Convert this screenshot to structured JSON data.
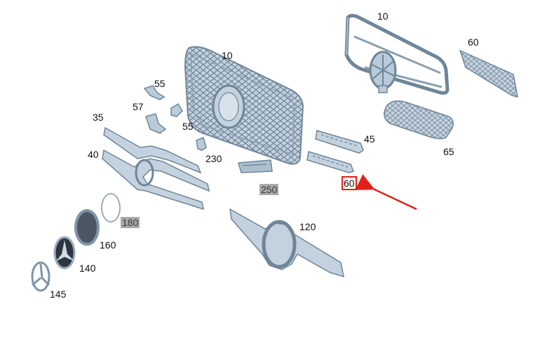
{
  "diagram": {
    "callouts": [
      {
        "id": "c10a",
        "text": "10"
      },
      {
        "id": "c10b",
        "text": "10"
      },
      {
        "id": "c60a",
        "text": "60"
      },
      {
        "id": "c55a",
        "text": "55"
      },
      {
        "id": "c57",
        "text": "57"
      },
      {
        "id": "c55b",
        "text": "55"
      },
      {
        "id": "c35",
        "text": "35"
      },
      {
        "id": "c40",
        "text": "40"
      },
      {
        "id": "c230",
        "text": "230"
      },
      {
        "id": "c250",
        "text": "250",
        "highlight": true
      },
      {
        "id": "c45",
        "text": "45"
      },
      {
        "id": "c65",
        "text": "65"
      },
      {
        "id": "c60b",
        "text": "60",
        "boxed": true
      },
      {
        "id": "c180",
        "text": "180",
        "highlight": true
      },
      {
        "id": "c120",
        "text": "120"
      },
      {
        "id": "c160",
        "text": "160"
      },
      {
        "id": "c140",
        "text": "140"
      },
      {
        "id": "c145",
        "text": "145"
      }
    ],
    "colors": {
      "part_fill": "#b9cad8",
      "part_stroke": "#6f8598",
      "highlight_bg": "#a9a9a9",
      "arrow": "#e0201b"
    }
  }
}
